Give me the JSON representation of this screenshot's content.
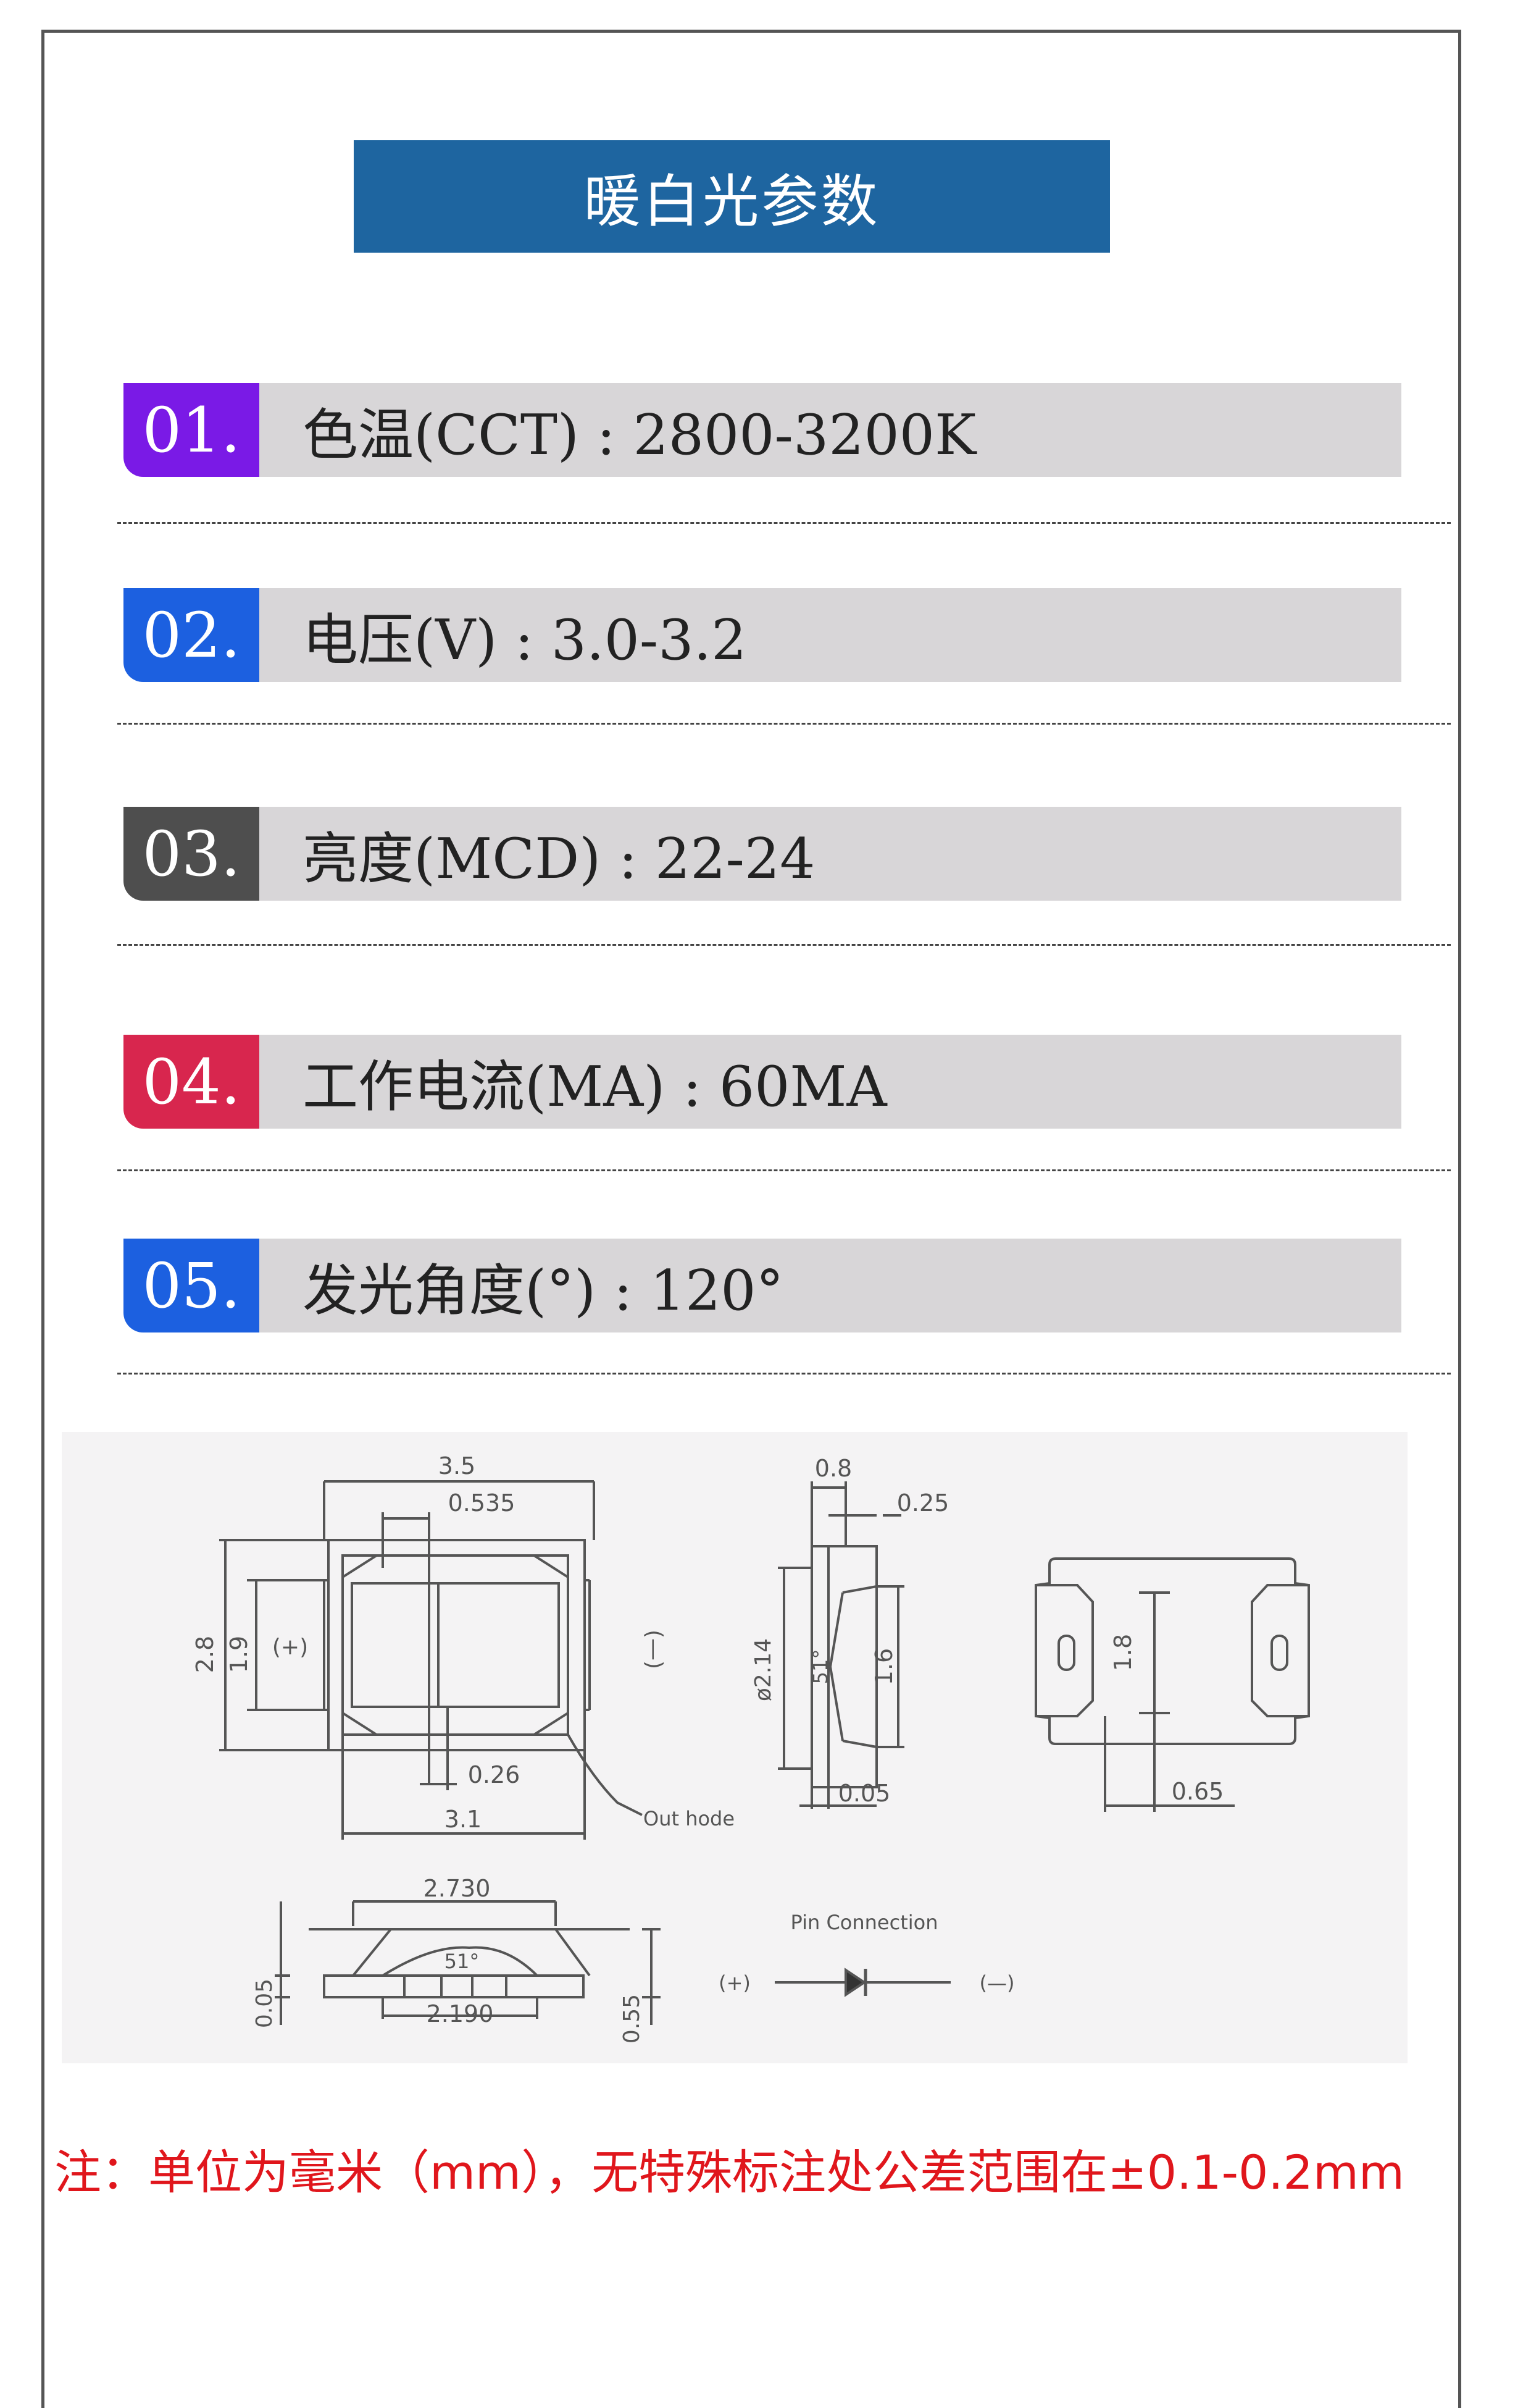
{
  "title": "暖白光参数",
  "params": [
    {
      "num": "01.",
      "label": "色温(CCT) : 2800-3200K",
      "color": "#7a1ae6"
    },
    {
      "num": "02.",
      "label": "电压(V) : 3.0-3.2",
      "color": "#1c60e0"
    },
    {
      "num": "03.",
      "label": "亮度(MCD) : 22-24",
      "color": "#4e4e4e"
    },
    {
      "num": "04.",
      "label": "工作电流(MA) : 60MA",
      "color": "#d8264e"
    },
    {
      "num": "05.",
      "label": "发光角度(°) : 120°",
      "color": "#1c60e0"
    }
  ],
  "drawing": {
    "top_view": {
      "width": "3.5",
      "pad": "0.535",
      "height": "2.8",
      "inner_height": "1.9",
      "plus": "(+)",
      "minus": "(—)",
      "gap": "0.26",
      "body": "3.1",
      "out_hode": "Out hode"
    },
    "side_view": {
      "top": "0.8",
      "lip": "0.25",
      "diameter": "ø2.14",
      "angle": "51°",
      "height": "1.6",
      "base": "0.05"
    },
    "bottom_view": {
      "pad": "1.8",
      "offset": "0.65"
    },
    "front_view": {
      "top": "2.730",
      "angle": "51°",
      "bottom": "2.190",
      "left": "0.05",
      "right": "0.55"
    },
    "pin": {
      "title": "Pin Connection",
      "plus": "(+)",
      "minus": "(—)"
    }
  },
  "note": "注：单位为毫米（mm），无特殊标注处公差范围在±0.1-0.2mm"
}
